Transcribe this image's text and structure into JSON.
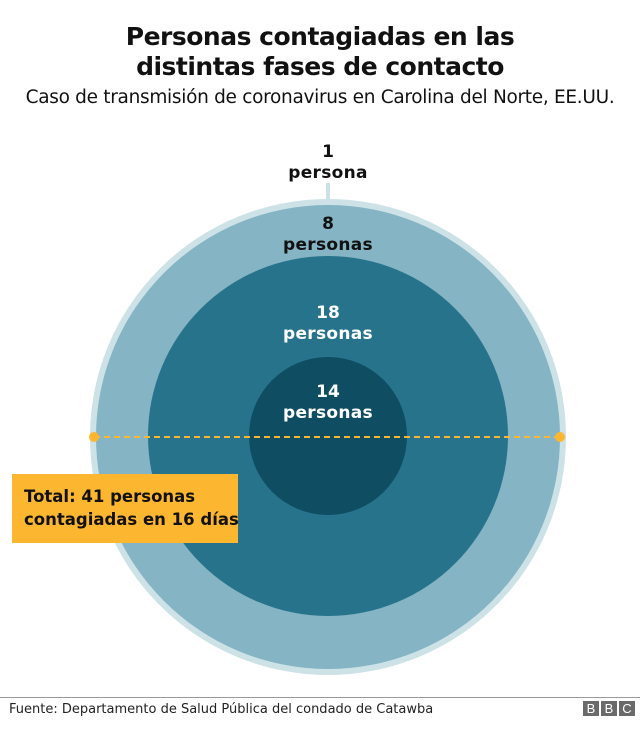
{
  "header": {
    "title_line1": "Personas contagiadas en las",
    "title_line2": "distintas fases de contacto",
    "subtitle": "Caso de transmisión de coronavirus en Carolina del Norte, EE.UU."
  },
  "diagram": {
    "type": "concentric-circles",
    "colors": {
      "outer_border": "#cde2e7",
      "outer": "#85b4c4",
      "middle": "#27738b",
      "inner": "#0e4d62",
      "highlight": "#fdb62f",
      "text_dark": "#111111",
      "text_light": "#ffffff"
    },
    "levels": [
      {
        "phase": 1,
        "count": "1",
        "unit": "persona"
      },
      {
        "phase": 2,
        "count": "8",
        "unit": "personas"
      },
      {
        "phase": 3,
        "count": "18",
        "unit": "personas"
      },
      {
        "phase": 4,
        "count": "14",
        "unit": "personas"
      }
    ]
  },
  "callout": {
    "line1": "Total: 41 personas",
    "line2": "contagiadas en 16 días"
  },
  "footer": {
    "source": "Fuente: Departamento de Salud Pública del condado de Catawba",
    "logo": [
      "B",
      "B",
      "C"
    ],
    "logo_color": "#6a6a6a"
  }
}
